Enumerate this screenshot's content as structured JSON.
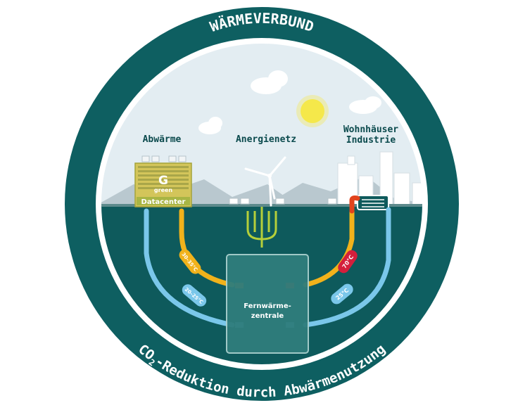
{
  "title": "WÄRMEVERBUND",
  "subtitle_prefix": "CO",
  "subtitle_sub": "2",
  "subtitle_rest": "-Reduktion durch Abwärmenutzung",
  "labels": {
    "abwaerme": "Abwärme",
    "anergienetz": "Anergienetz",
    "wohnhaeuser": "Wohnhäuser",
    "industrie": "Industrie",
    "datacenter_logo": "G",
    "datacenter_green": "green",
    "datacenter": "Datacenter",
    "zentrale_line1": "Fernwärme-",
    "zentrale_line2": "zentrale"
  },
  "temperatures": {
    "left_hot": "30–35°C",
    "left_cold": "20–25°C",
    "right_hot": "70°C",
    "right_cold": "25°C"
  },
  "colors": {
    "ring": "#0e5f61",
    "sky": "#dfe9ef",
    "water": "#0e5a5c",
    "hot_pipe": "#f1b21b",
    "warm_pipe": "#e2431c",
    "cold_pipe": "#7ac7ea",
    "red_tag": "#d41f3c",
    "sun": "#f6e84a",
    "antenna": "#b5cf3a"
  }
}
